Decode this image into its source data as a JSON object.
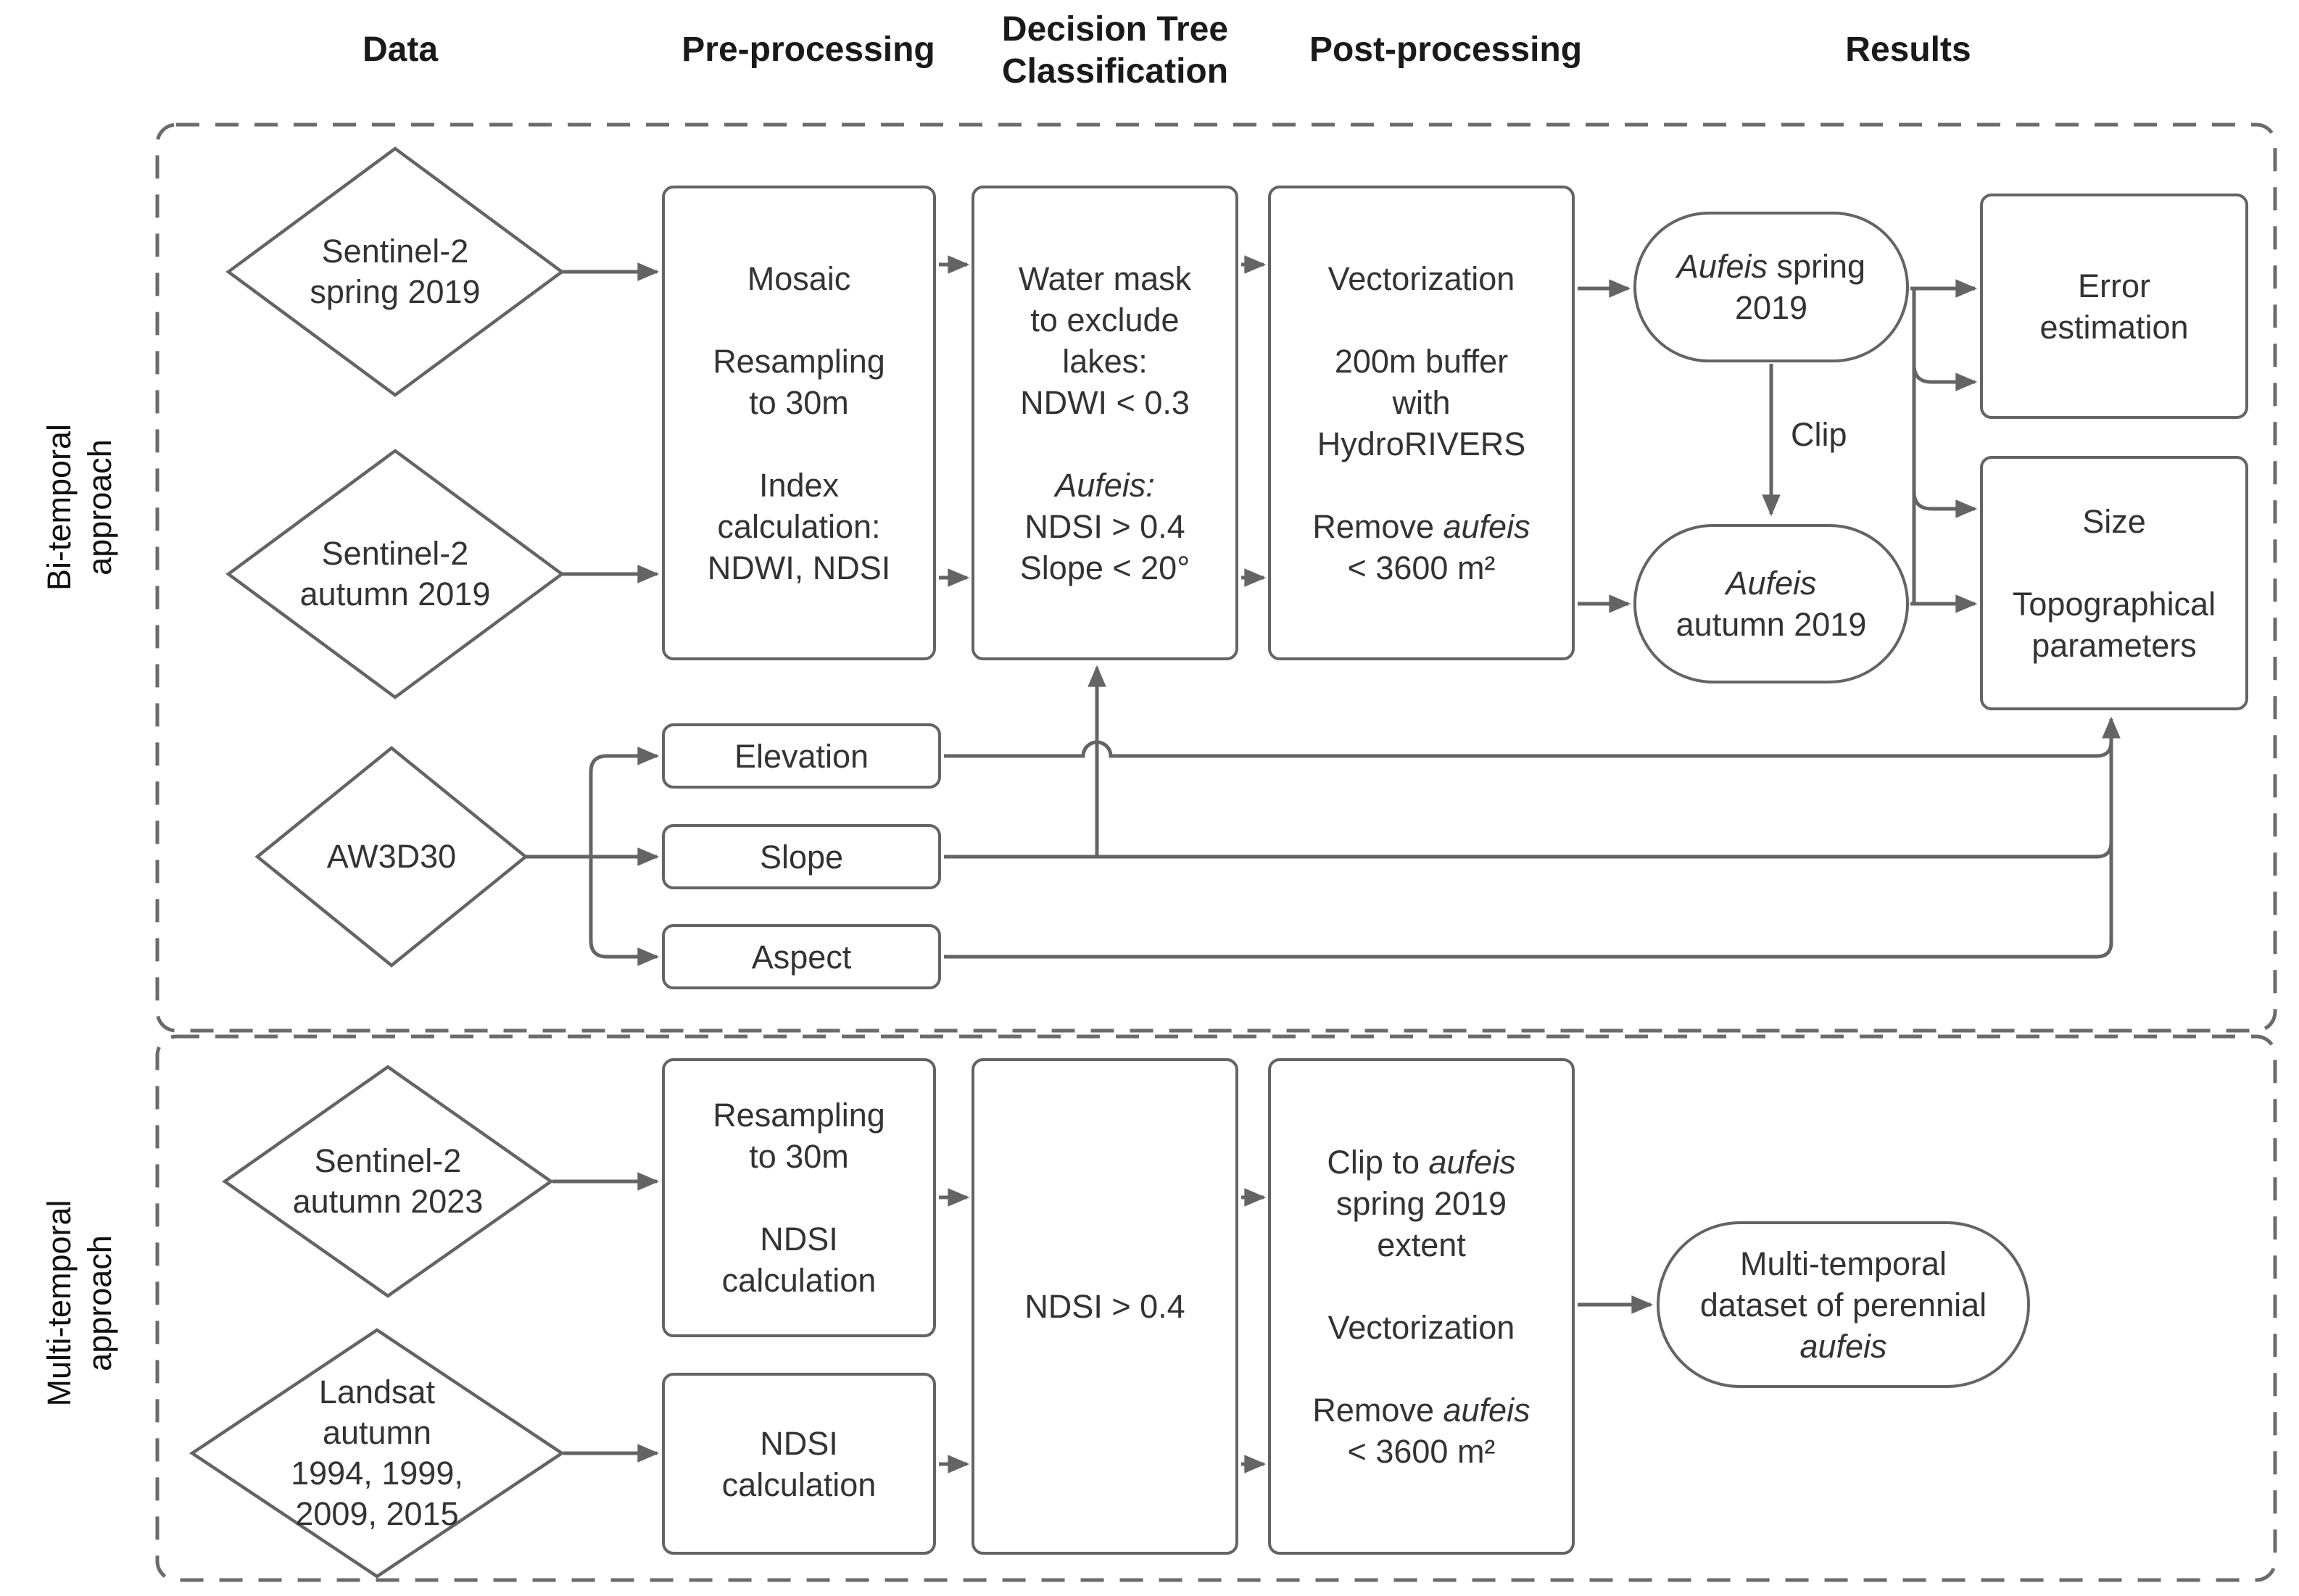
{
  "colors": {
    "stroke": "#646464",
    "dashed_border": "#6b6b6b",
    "text": "#333333",
    "header_text": "#1a1a1a",
    "background": "#ffffff"
  },
  "headers": {
    "data": "Data",
    "preprocessing": "Pre-processing",
    "decision_line1": "Decision Tree",
    "decision_line2": "Classification",
    "postprocessing": "Post-processing",
    "results": "Results"
  },
  "side_labels": {
    "bitemporal_line1": "Bi-temporal",
    "bitemporal_line2": "approach",
    "multitemporal_line1": "Multi-temporal",
    "multitemporal_line2": "approach"
  },
  "bi": {
    "d_spring": {
      "l1": "Sentinel-2",
      "l2": "spring 2019"
    },
    "d_autumn": {
      "l1": "Sentinel-2",
      "l2": "autumn 2019"
    },
    "d_aw3d30": {
      "l1": "AW3D30"
    },
    "pre_box": {
      "p1": "Mosaic",
      "p2l1": "Resampling",
      "p2l2": "to 30m",
      "p3l1": "Index",
      "p3l2": "calculation:",
      "p3l3": "NDWI, NDSI"
    },
    "dt_box": {
      "p1l1": "Water mask",
      "p1l2": "to exclude",
      "p1l3": "lakes:",
      "p1l4": "NDWI < 0.3",
      "p2l1": "Aufeis:",
      "p2l2": "NDSI > 0.4",
      "p2l3": "Slope < 20°"
    },
    "post_box": {
      "p1": "Vectorization",
      "p2l1": "200m buffer",
      "p2l2": "with",
      "p2l3": "HydroRIVERS",
      "p3l1a": "Remove ",
      "p3l1b": "aufeis",
      "p3l2": "< 3600 m²"
    },
    "oval_spring": {
      "l1a": "Aufeis",
      "l1b": " spring",
      "l2": "2019"
    },
    "oval_autumn": {
      "l1": "Aufeis",
      "l2": "autumn 2019"
    },
    "clip_label": "Clip",
    "error_box": {
      "l1": "Error",
      "l2": "estimation"
    },
    "size_box": {
      "l1": "Size",
      "l2": "Topographical",
      "l3": "parameters"
    },
    "elevation": "Elevation",
    "slope": "Slope",
    "aspect": "Aspect"
  },
  "multi": {
    "d_s2023": {
      "l1": "Sentinel-2",
      "l2": "autumn 2023"
    },
    "d_landsat": {
      "l1": "Landsat",
      "l2": "autumn",
      "l3": "1994, 1999,",
      "l4": "2009, 2015"
    },
    "resamp_box": {
      "p1l1": "Resampling",
      "p1l2": "to 30m",
      "p2l1": "NDSI",
      "p2l2": "calculation"
    },
    "ndsi_box": {
      "l1": "NDSI",
      "l2": "calculation"
    },
    "thresh_box": {
      "l1": "NDSI > 0.4"
    },
    "clip_box": {
      "p1l1a": "Clip to ",
      "p1l1b": "aufeis",
      "p1l2": "spring 2019",
      "p1l3": "extent",
      "p2": "Vectorization",
      "p3l1a": "Remove ",
      "p3l1b": "aufeis",
      "p3l2": "< 3600 m²"
    },
    "oval_dataset": {
      "l1": "Multi-temporal",
      "l2": "dataset of perennial",
      "l3": "aufeis"
    }
  }
}
